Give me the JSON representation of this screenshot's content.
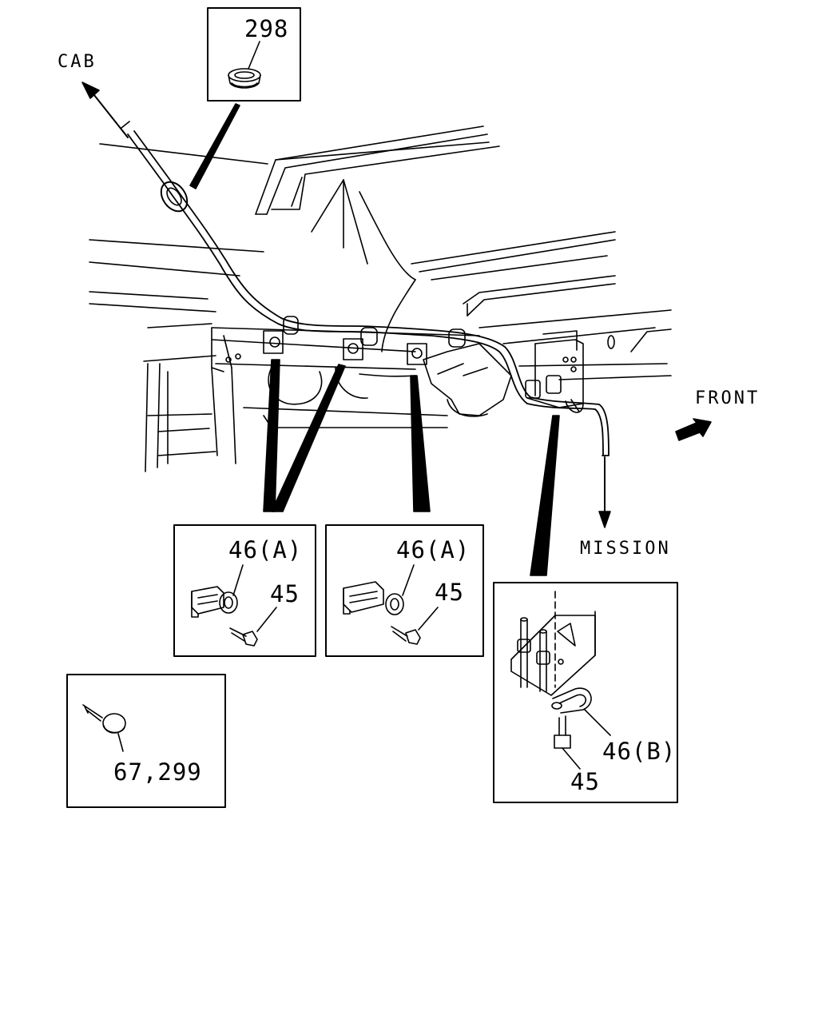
{
  "diagram": {
    "direction_labels": {
      "cab": "CAB",
      "front": "FRONT",
      "mission": "MISSION"
    },
    "callouts": {
      "grommet": "298",
      "clip_a_left": "46(A)",
      "bolt_a_left": "45",
      "clip_a_right": "46(A)",
      "bolt_a_right": "45",
      "clip_b": "46(B)",
      "bolt_b": "45",
      "screw": "67,299"
    },
    "colors": {
      "ink": "#000000",
      "paper": "#ffffff"
    }
  }
}
